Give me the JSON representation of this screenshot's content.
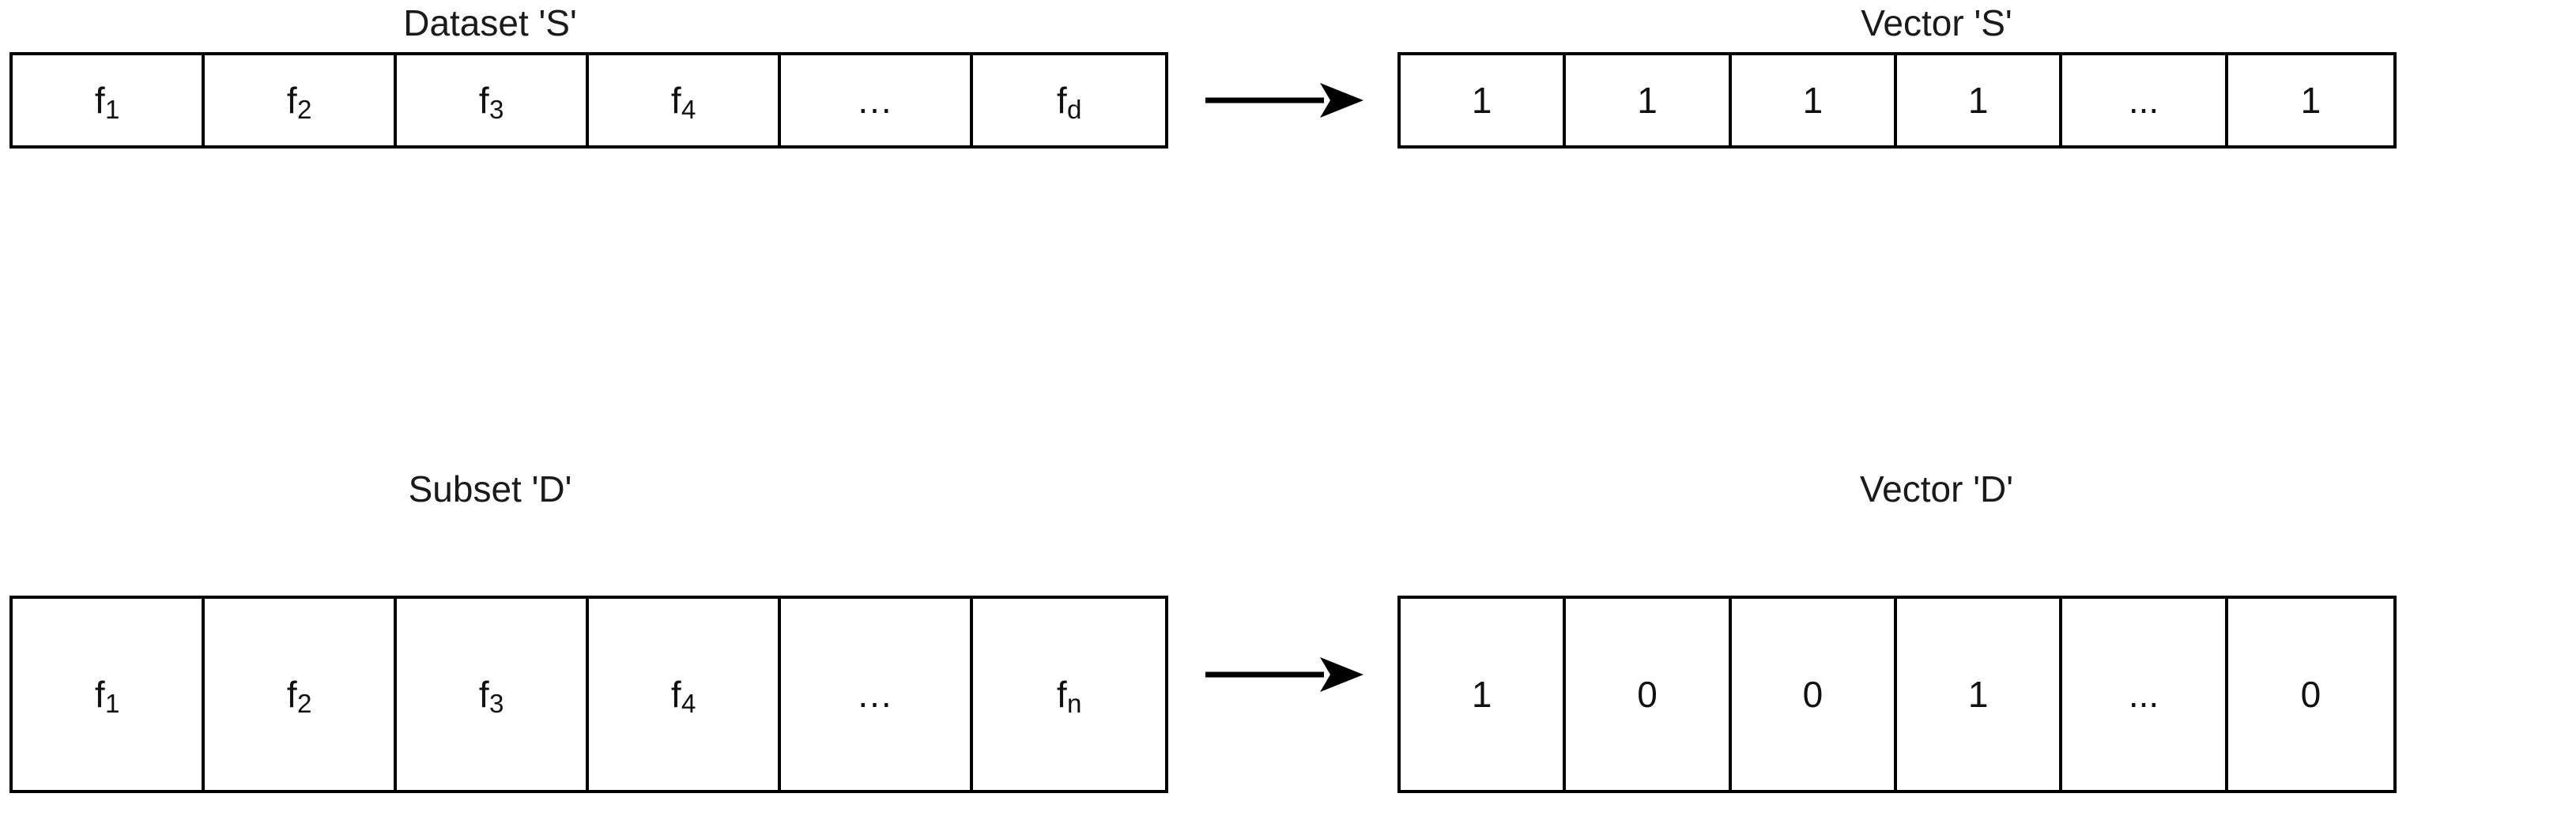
{
  "diagram": {
    "rows": [
      {
        "id": "row-s",
        "source_title": "Dataset 'S'",
        "source_cells": [
          "f1",
          "f2",
          "f3",
          "f4",
          "...",
          "fd"
        ],
        "source_cells_display": [
          {
            "base": "f",
            "sub": "1"
          },
          {
            "base": "f",
            "sub": "2"
          },
          {
            "base": "f",
            "sub": "3"
          },
          {
            "base": "f",
            "sub": "4"
          },
          {
            "base": "...",
            "sub": ""
          },
          {
            "base": "f",
            "sub": "d"
          }
        ],
        "arrow": "right-arrow",
        "target_title": "Vector 'S'",
        "target_cells": [
          "1",
          "1",
          "1",
          "1",
          "...",
          "1"
        ]
      },
      {
        "id": "row-d",
        "source_title": "Subset 'D'",
        "source_cells": [
          "f1",
          "f2",
          "f3",
          "f4",
          "...",
          "fn"
        ],
        "source_cells_display": [
          {
            "base": "f",
            "sub": "1"
          },
          {
            "base": "f",
            "sub": "2"
          },
          {
            "base": "f",
            "sub": "3"
          },
          {
            "base": "f",
            "sub": "4"
          },
          {
            "base": "...",
            "sub": ""
          },
          {
            "base": "f",
            "sub": "n"
          }
        ],
        "arrow": "right-arrow",
        "target_title": "Vector 'D'",
        "target_cells": [
          "1",
          "0",
          "0",
          "1",
          "...",
          "0"
        ]
      }
    ],
    "colors": {
      "stroke": "#000000",
      "background": "#ffffff",
      "text": "#111111"
    }
  }
}
